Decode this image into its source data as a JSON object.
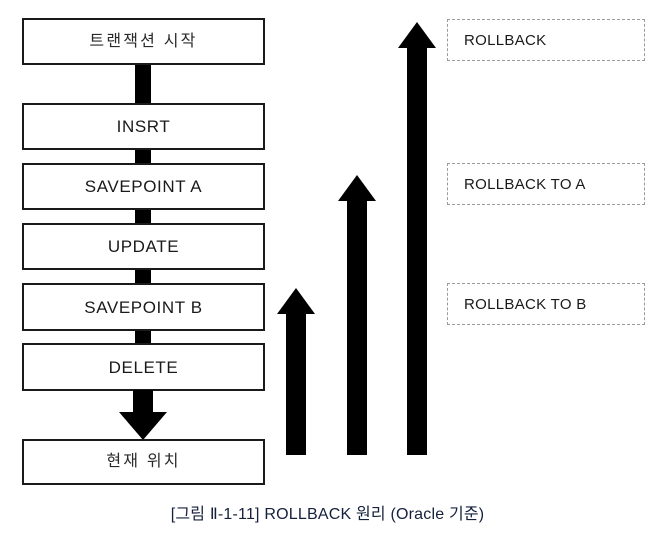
{
  "diagram": {
    "title_caption": "[그림 Ⅱ-1-11] ROLLBACK 원리 (Oracle 기준)",
    "colors": {
      "box_border": "#1a1a1a",
      "arrow_fill": "#000000",
      "dashed_border": "#9a9a9a",
      "caption_text": "#14203c",
      "background": "#ffffff"
    },
    "flow_steps": [
      {
        "id": "transaction-start",
        "label": "트랜잭션 시작",
        "lang": "ko"
      },
      {
        "id": "insert",
        "label": "INSRT",
        "lang": "en"
      },
      {
        "id": "savepoint-a",
        "label": "SAVEPOINT A",
        "lang": "en"
      },
      {
        "id": "update",
        "label": "UPDATE",
        "lang": "en"
      },
      {
        "id": "savepoint-b",
        "label": "SAVEPOINT B",
        "lang": "en"
      },
      {
        "id": "delete",
        "label": "DELETE",
        "lang": "en"
      },
      {
        "id": "current-position",
        "label": "현재 위치",
        "lang": "ko"
      }
    ],
    "rollback_arrows": [
      {
        "id": "rollback-to-b",
        "target_step": "SAVEPOINT B"
      },
      {
        "id": "rollback-to-a",
        "target_step": "SAVEPOINT A"
      },
      {
        "id": "rollback-full",
        "target_step": "트랜잭션 시작"
      }
    ],
    "annotations": [
      {
        "id": "rollback",
        "label": "ROLLBACK"
      },
      {
        "id": "rollback-to-a",
        "label": "ROLLBACK TO A"
      },
      {
        "id": "rollback-to-b",
        "label": "ROLLBACK TO B"
      }
    ]
  }
}
